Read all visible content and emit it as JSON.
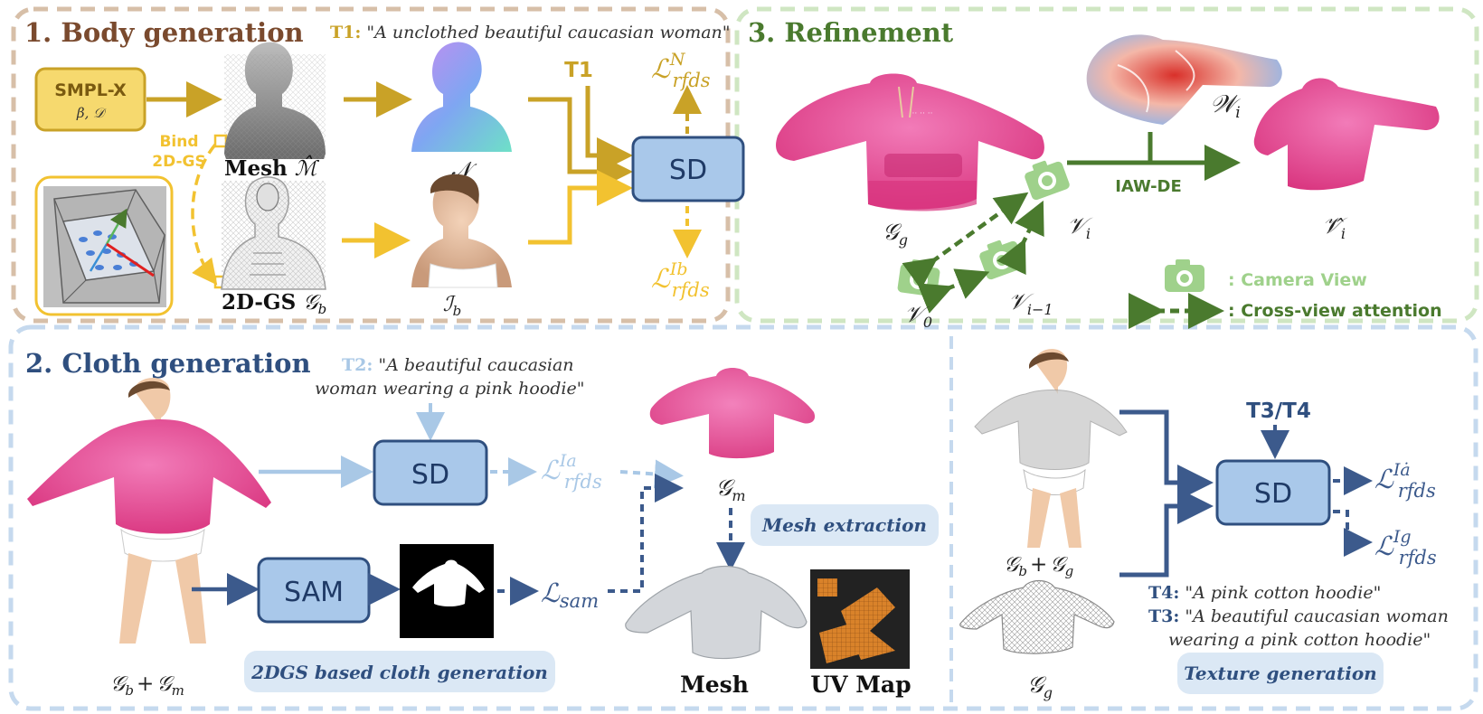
{
  "colors": {
    "brown": "#7a4a2e",
    "gold": "#c9a227",
    "yellow": "#f2c230",
    "green": "#4a7a2e",
    "lightgreen": "#9fd18b",
    "navy": "#3c5a8c",
    "lightblue": "#a9c8e6",
    "sdfill": "#a9c8ea",
    "pink": "#e84d9a"
  },
  "sections": {
    "body": {
      "title": "1. Body generation"
    },
    "refine": {
      "title": "3. Refinement"
    },
    "cloth": {
      "title": "2. Cloth generation"
    }
  },
  "body": {
    "t1_label": "T1:",
    "t1_prompt": "\"A unclothed beautiful caucasian woman\"",
    "smplx_title": "SMPL-X",
    "smplx_params": "β, 𝒟",
    "bind_line1": "Bind",
    "bind_line2": "2D-GS",
    "mesh_label": "Mesh",
    "mesh_symbol": "ℳ̂",
    "gs_label": "2D-GS",
    "gs_symbol": "𝒢",
    "gs_sub": "b",
    "normal_symbol": "𝒩",
    "image_symbol": "ℐ",
    "image_sub": "b",
    "t1_tag": "T1",
    "sd_label": "SD",
    "loss_main": "ℒ",
    "loss_n_sup": "N",
    "loss_sub": "rfds",
    "loss_ib_sup": "Ib"
  },
  "refine": {
    "gg_symbol": "𝒢",
    "gg_sub": "g",
    "w_symbol": "𝒲",
    "w_sub": "i",
    "iawde_label": "IAW-DE",
    "v_symbol": "𝒱",
    "v_hat_symbol": "𝒱̂",
    "vi_sub": "i",
    "vim1_sub": "i−1",
    "v0_sub": "0",
    "legend_camera": ": Camera View",
    "legend_attention": ": Cross-view attention"
  },
  "cloth": {
    "t2_label": "T2:",
    "t2_line1": "\"A beautiful caucasian",
    "t2_line2": "woman wearing a pink hoodie\"",
    "sd_label": "SD",
    "sam_label": "SAM",
    "loss_ia_sup": "Ia",
    "loss_sam_sub": "sam",
    "gm_symbol": "𝒢",
    "gm_sub": "m",
    "mesh_extraction": "Mesh extraction",
    "mesh_label": "Mesh",
    "uv_label": "UV Map",
    "gbgm_g1": "𝒢",
    "gbgm_s1": "b",
    "gbgm_plus": "+",
    "gbgm_g2": "𝒢",
    "gbgm_s2": "m",
    "method_label": "2DGS based cloth generation"
  },
  "texture": {
    "t3t4_tag": "T3/T4",
    "sd_label": "SD",
    "loss_ia_dot_sup": "Iȧ",
    "loss_ig_sup": "Ig",
    "gbgg_g1": "𝒢",
    "gbgg_s1": "b",
    "gbgg_plus": "+",
    "gbgg_g2": "𝒢",
    "gbgg_s2": "g",
    "gg_symbol": "𝒢",
    "gg_sub": "g",
    "t4_label": "T4:",
    "t4_prompt": "\"A pink cotton hoodie\"",
    "t3_label": "T3:",
    "t3_line1": "\"A beautiful caucasian woman",
    "t3_line2": "wearing a pink cotton hoodie\"",
    "method_label": "Texture generation"
  },
  "icons": {
    "camera": "camera-icon",
    "mesh": "mesh-icon"
  }
}
